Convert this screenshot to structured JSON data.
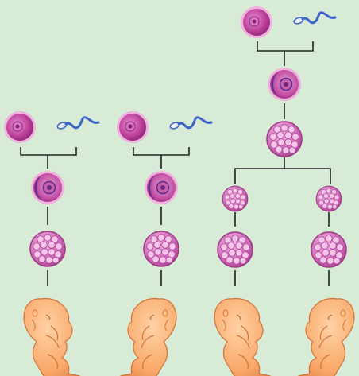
{
  "colors": {
    "background": "#d7ebd6",
    "egg_outer": "#ad2f8c",
    "egg_ring": "#f0b2dc",
    "egg_inner": "#7c2281",
    "zygote_nucleus": "#5b2a8e",
    "sperm_tail": "#3b63c8",
    "morula": "#d874c1",
    "fetus_skin": "#f7a86a",
    "line": "#222222"
  },
  "icons": [
    "egg-cell-icon",
    "sperm-cell-icon",
    "zygote-icon",
    "morula-icon",
    "fetus-icon"
  ],
  "columns": [
    {
      "type": "fraternal",
      "sequence": [
        "egg",
        "sperm",
        "zygote",
        "morula",
        "fetus"
      ]
    },
    {
      "type": "fraternal",
      "sequence": [
        "egg",
        "sperm",
        "zygote",
        "morula",
        "fetus"
      ]
    },
    {
      "type": "identical",
      "sequence": [
        "egg",
        "sperm",
        "zygote",
        "morula",
        "split",
        "morula",
        "morula",
        "fetus",
        "fetus"
      ]
    }
  ]
}
